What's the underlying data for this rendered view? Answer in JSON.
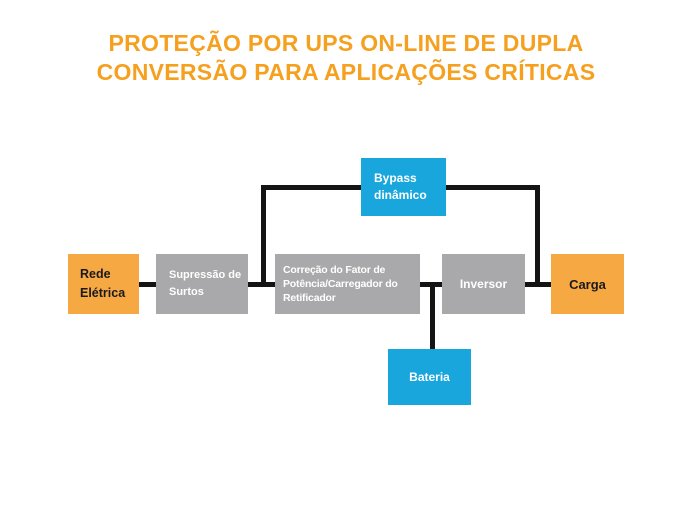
{
  "title": {
    "line1": "PROTEÇÃO POR UPS ON-LINE DE DUPLA",
    "line2": "CONVERSÃO PARA APLICAÇÕES CRÍTICAS"
  },
  "colors": {
    "title_orange": "#F5A01E",
    "box_orange": "#F6A843",
    "box_gray": "#A9A9AB",
    "box_blue": "#18A6DC",
    "line_black": "#141414",
    "text_on_orange": "#1A1A1A",
    "text_on_gray_blue": "#FFFFFF",
    "background": "#FFFFFF"
  },
  "nodes": {
    "rede_eletrica": {
      "lines": [
        "Rede",
        "Elétrica"
      ]
    },
    "supressao_surtos": {
      "lines": [
        "Supressão de",
        "Surtos"
      ]
    },
    "correcao_fator": {
      "lines": [
        "Correção do Fator de",
        "Potência/Carregador do",
        "Retificador"
      ]
    },
    "inversor": {
      "lines": [
        "Inversor"
      ]
    },
    "carga": {
      "lines": [
        "Carga"
      ]
    },
    "bypass_dinamico": {
      "lines": [
        "Bypass",
        "dinâmico"
      ]
    },
    "bateria": {
      "lines": [
        "Bateria"
      ]
    }
  }
}
